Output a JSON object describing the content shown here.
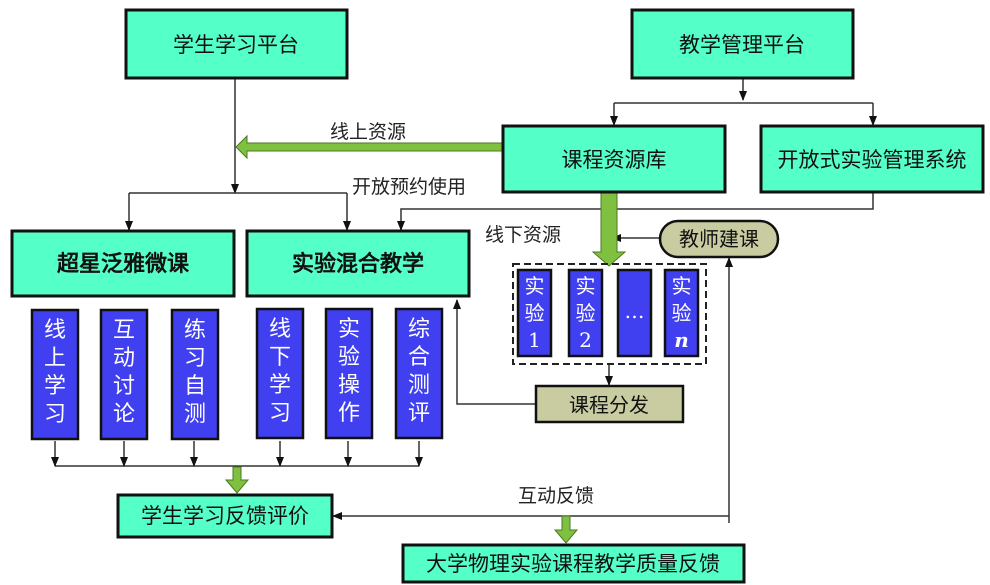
{
  "nodes": {
    "student_platform": "学生学习平台",
    "teaching_platform": "教学管理平台",
    "course_library": "课程资源库",
    "open_lab_system": "开放式实验管理系统",
    "chaoxing": "超星泛雅微课",
    "blended": "实验混合教学",
    "teacher_build": "教师建课",
    "course_distribute": "课程分发",
    "student_feedback": "学生学习反馈评价",
    "quality_feedback": "大学物理实验课程教学质量反馈"
  },
  "sub_items_left": [
    [
      "线",
      "上",
      "学",
      "习"
    ],
    [
      "互",
      "动",
      "讨",
      "论"
    ],
    [
      "练",
      "习",
      "自",
      "测"
    ]
  ],
  "sub_items_right": [
    [
      "线",
      "下",
      "学",
      "习"
    ],
    [
      "实",
      "验",
      "操",
      "作"
    ],
    [
      "综",
      "合",
      "测",
      "评"
    ]
  ],
  "experiments": [
    [
      "实",
      "验",
      "1"
    ],
    [
      "实",
      "验",
      "2"
    ],
    [
      "…"
    ],
    [
      "实",
      "验",
      "n"
    ]
  ],
  "labels": {
    "online_resources": "线上资源",
    "open_booking": "开放预约使用",
    "offline_resources": "线下资源",
    "interactive_feedback": "互动反馈"
  },
  "colors": {
    "teal": "#55ffc8",
    "blue": "#4040f0",
    "olive": "#c8cca0",
    "green_arrow": "#80c040"
  }
}
